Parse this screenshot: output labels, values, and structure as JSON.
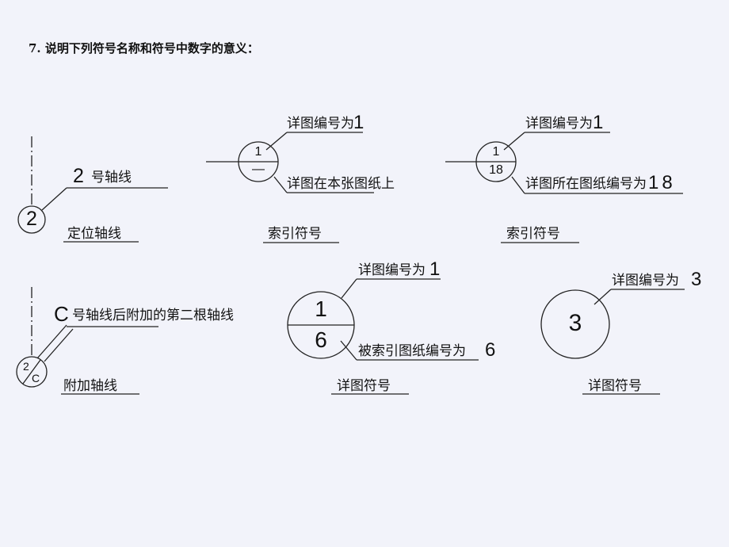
{
  "title": "7. 说明下列符号名称和符号中数字的意义：",
  "axis_number": {
    "circle_number": "2",
    "label_num": "2",
    "label_text": "号轴线",
    "caption": "定位轴线"
  },
  "index_same_sheet": {
    "top_number": "1",
    "bottom_mark": "—",
    "top_label": "详图编号为",
    "top_label_num": "1",
    "bottom_label": "详图在本张图纸上",
    "caption": "索引符号"
  },
  "index_other_sheet": {
    "top_number": "1",
    "bottom_number": "18",
    "top_label": "详图编号为",
    "top_label_num": "1",
    "bottom_label": "详图所在图纸编号为",
    "bottom_label_num": "18",
    "caption": "索引符号"
  },
  "additional_axis": {
    "numerator": "2",
    "denominator": "C",
    "label_letter": "C",
    "label_text": "号轴线后附加的第二根轴线",
    "caption": "附加轴线"
  },
  "detail_symbol_split": {
    "top_number": "1",
    "bottom_number": "6",
    "top_label": "详图编号为",
    "top_label_num": "1",
    "bottom_label": "被索引图纸编号为",
    "bottom_label_num": "6",
    "caption": "详图符号"
  },
  "detail_symbol_single": {
    "number": "3",
    "label": "详图编号为",
    "label_num": "3",
    "caption": "详图符号"
  }
}
